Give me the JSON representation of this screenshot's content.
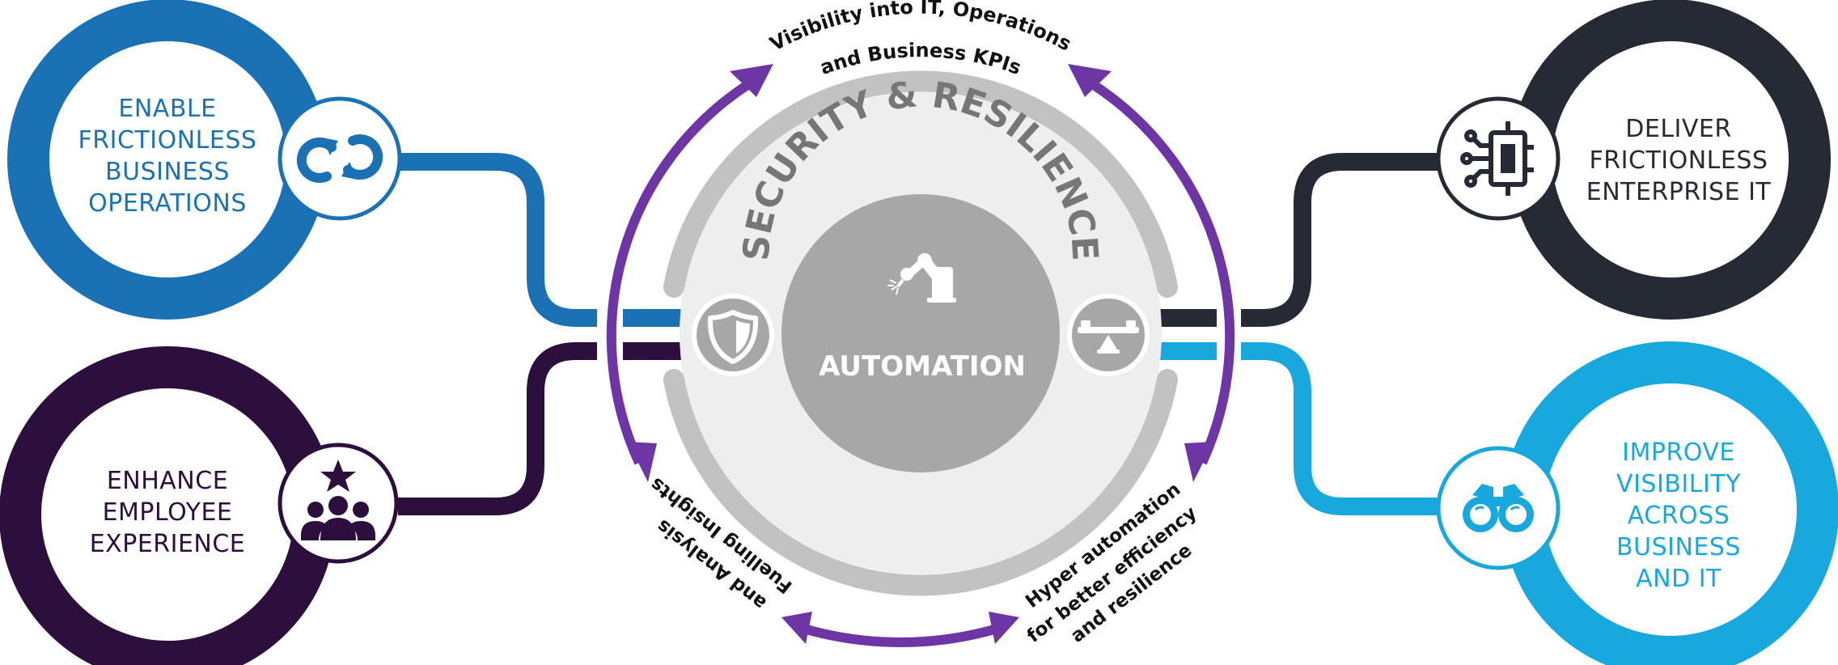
{
  "colors": {
    "blue": "#1a72b4",
    "dark_purple": "#2c0f3c",
    "charcoal": "#262a35",
    "cyan": "#18a8dd",
    "purple": "#6e35a5",
    "grey_light": "#c2c2c2",
    "grey_mid": "#a7a7a7",
    "grey_bg": "#eeeeee",
    "grey_text": "#767676"
  },
  "center": {
    "ring_title": "SECURITY & RESILIENCE",
    "core_label": "AUTOMATION",
    "core_icon": "robot-arm-icon",
    "left_icon": "shield-icon",
    "right_icon": "balance-scale-icon"
  },
  "pillars": {
    "top_left": {
      "label": "ENABLE\nFRICTIONLESS\nBUSINESS\nOPERATIONS",
      "icon": "sync-cycle-icon"
    },
    "bottom_left": {
      "label": "ENHANCE\nEMPLOYEE\nEXPERIENCE",
      "icon": "team-star-icon"
    },
    "top_right": {
      "label": "DELIVER\nFRICTIONLESS\nENTERPRISE IT",
      "icon": "circuit-chip-icon"
    },
    "bottom_right": {
      "label": "IMPROVE\nVISIBILITY\nACROSS\nBUSINESS\nAND IT",
      "icon": "binoculars-icon"
    }
  },
  "flows": {
    "top": [
      "Visibility into IT, Operations",
      "and Business KPIs"
    ],
    "bottom_left": [
      "Fuelling Insights",
      "and Analysis"
    ],
    "bottom_right": [
      "Hyper automation",
      "for better efficiency",
      "and resilience"
    ]
  }
}
